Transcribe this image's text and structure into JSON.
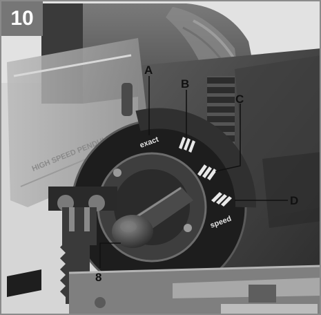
{
  "figure": {
    "number": "10",
    "frame_color": "#8a8a8a",
    "badge_color": "#767676"
  },
  "callouts": {
    "a": "A",
    "b": "B",
    "c": "C",
    "d": "D",
    "lever": "8"
  },
  "dial": {
    "label_exact": "exact",
    "label_speed": "speed"
  },
  "housing": {
    "printed_text": "HIGH SPEED PENDULUM"
  }
}
